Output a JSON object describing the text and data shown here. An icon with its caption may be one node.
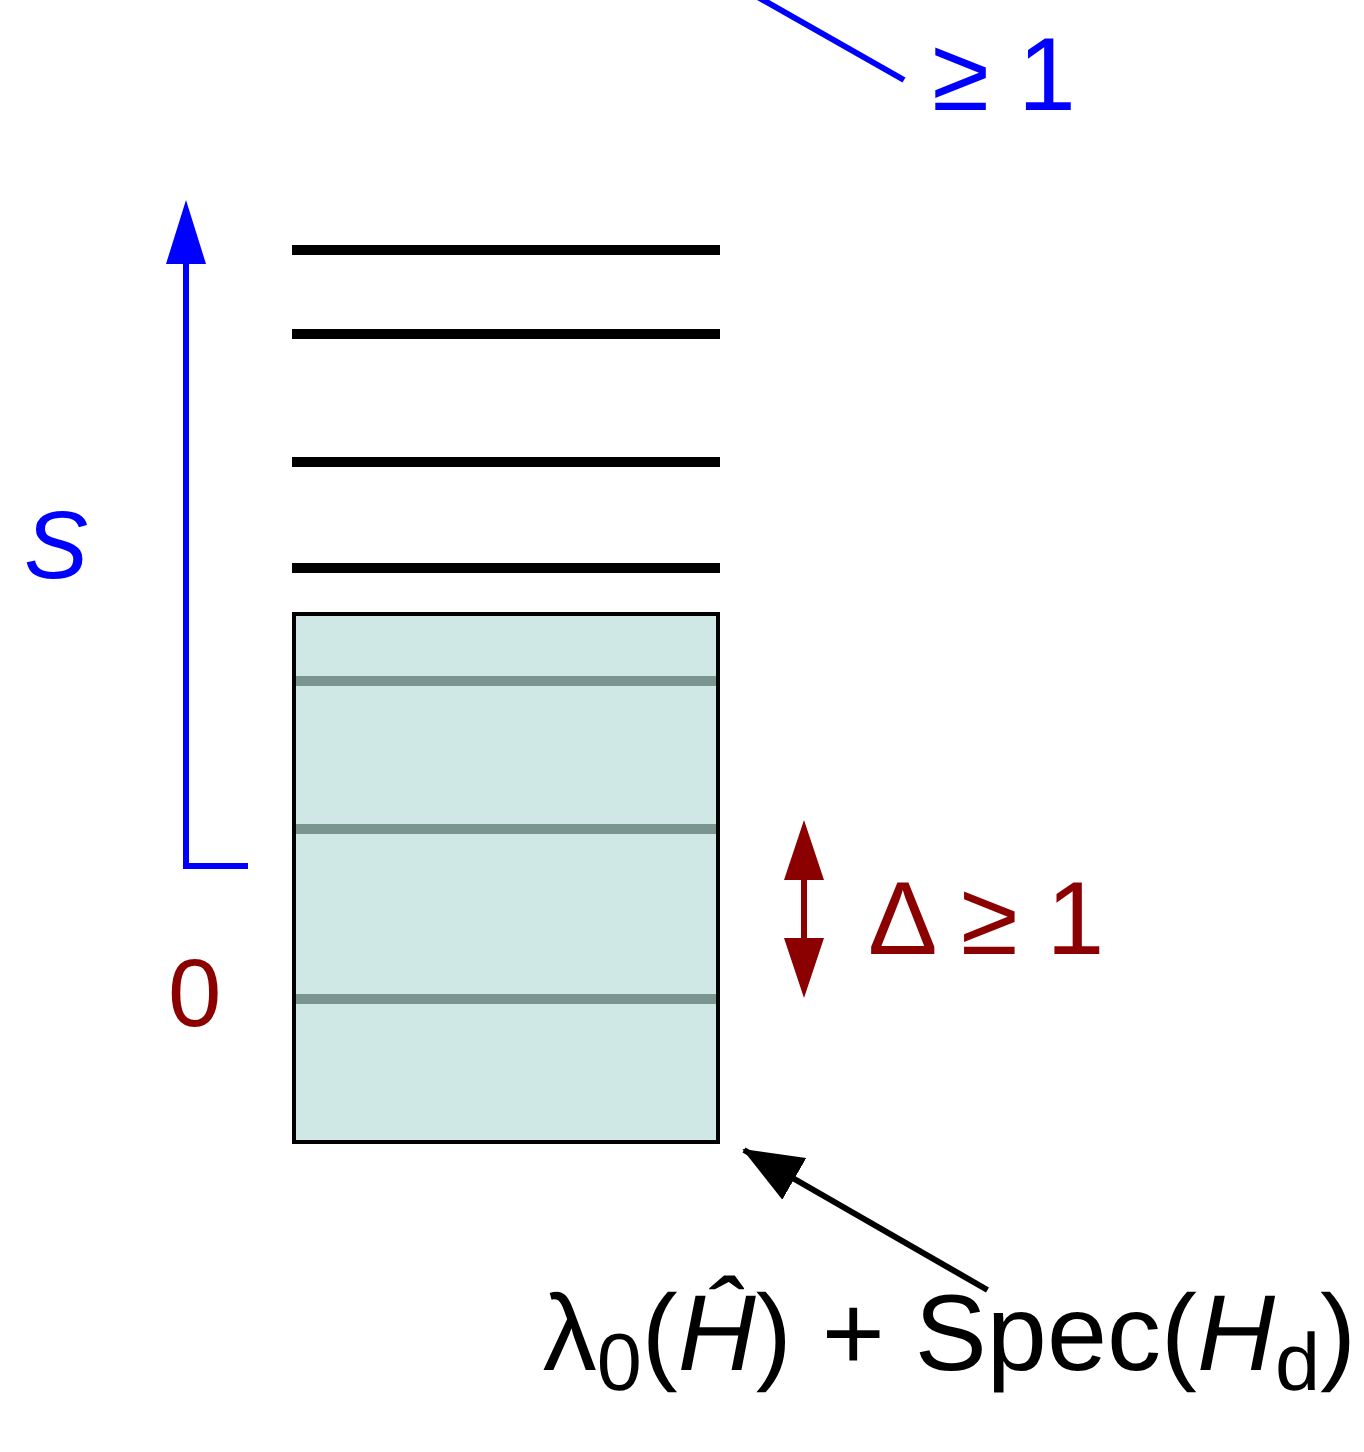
{
  "diagram": {
    "nodes": [
      {
        "text": [],
        "shape": "box"
      },
      {
        "text": [
          "λ$_{0}$(*Ĥ*) + Spec(*H*$_{d}$)"
        ]
      }
    ],
    "edges": [
      {
        "from": 1,
        "to": 0,
        "arrow": "to"
      }
    ],
    "labels": [
      "≥ 1",
      "S",
      "Δ ≥ 1",
      "0"
    ]
  }
}
